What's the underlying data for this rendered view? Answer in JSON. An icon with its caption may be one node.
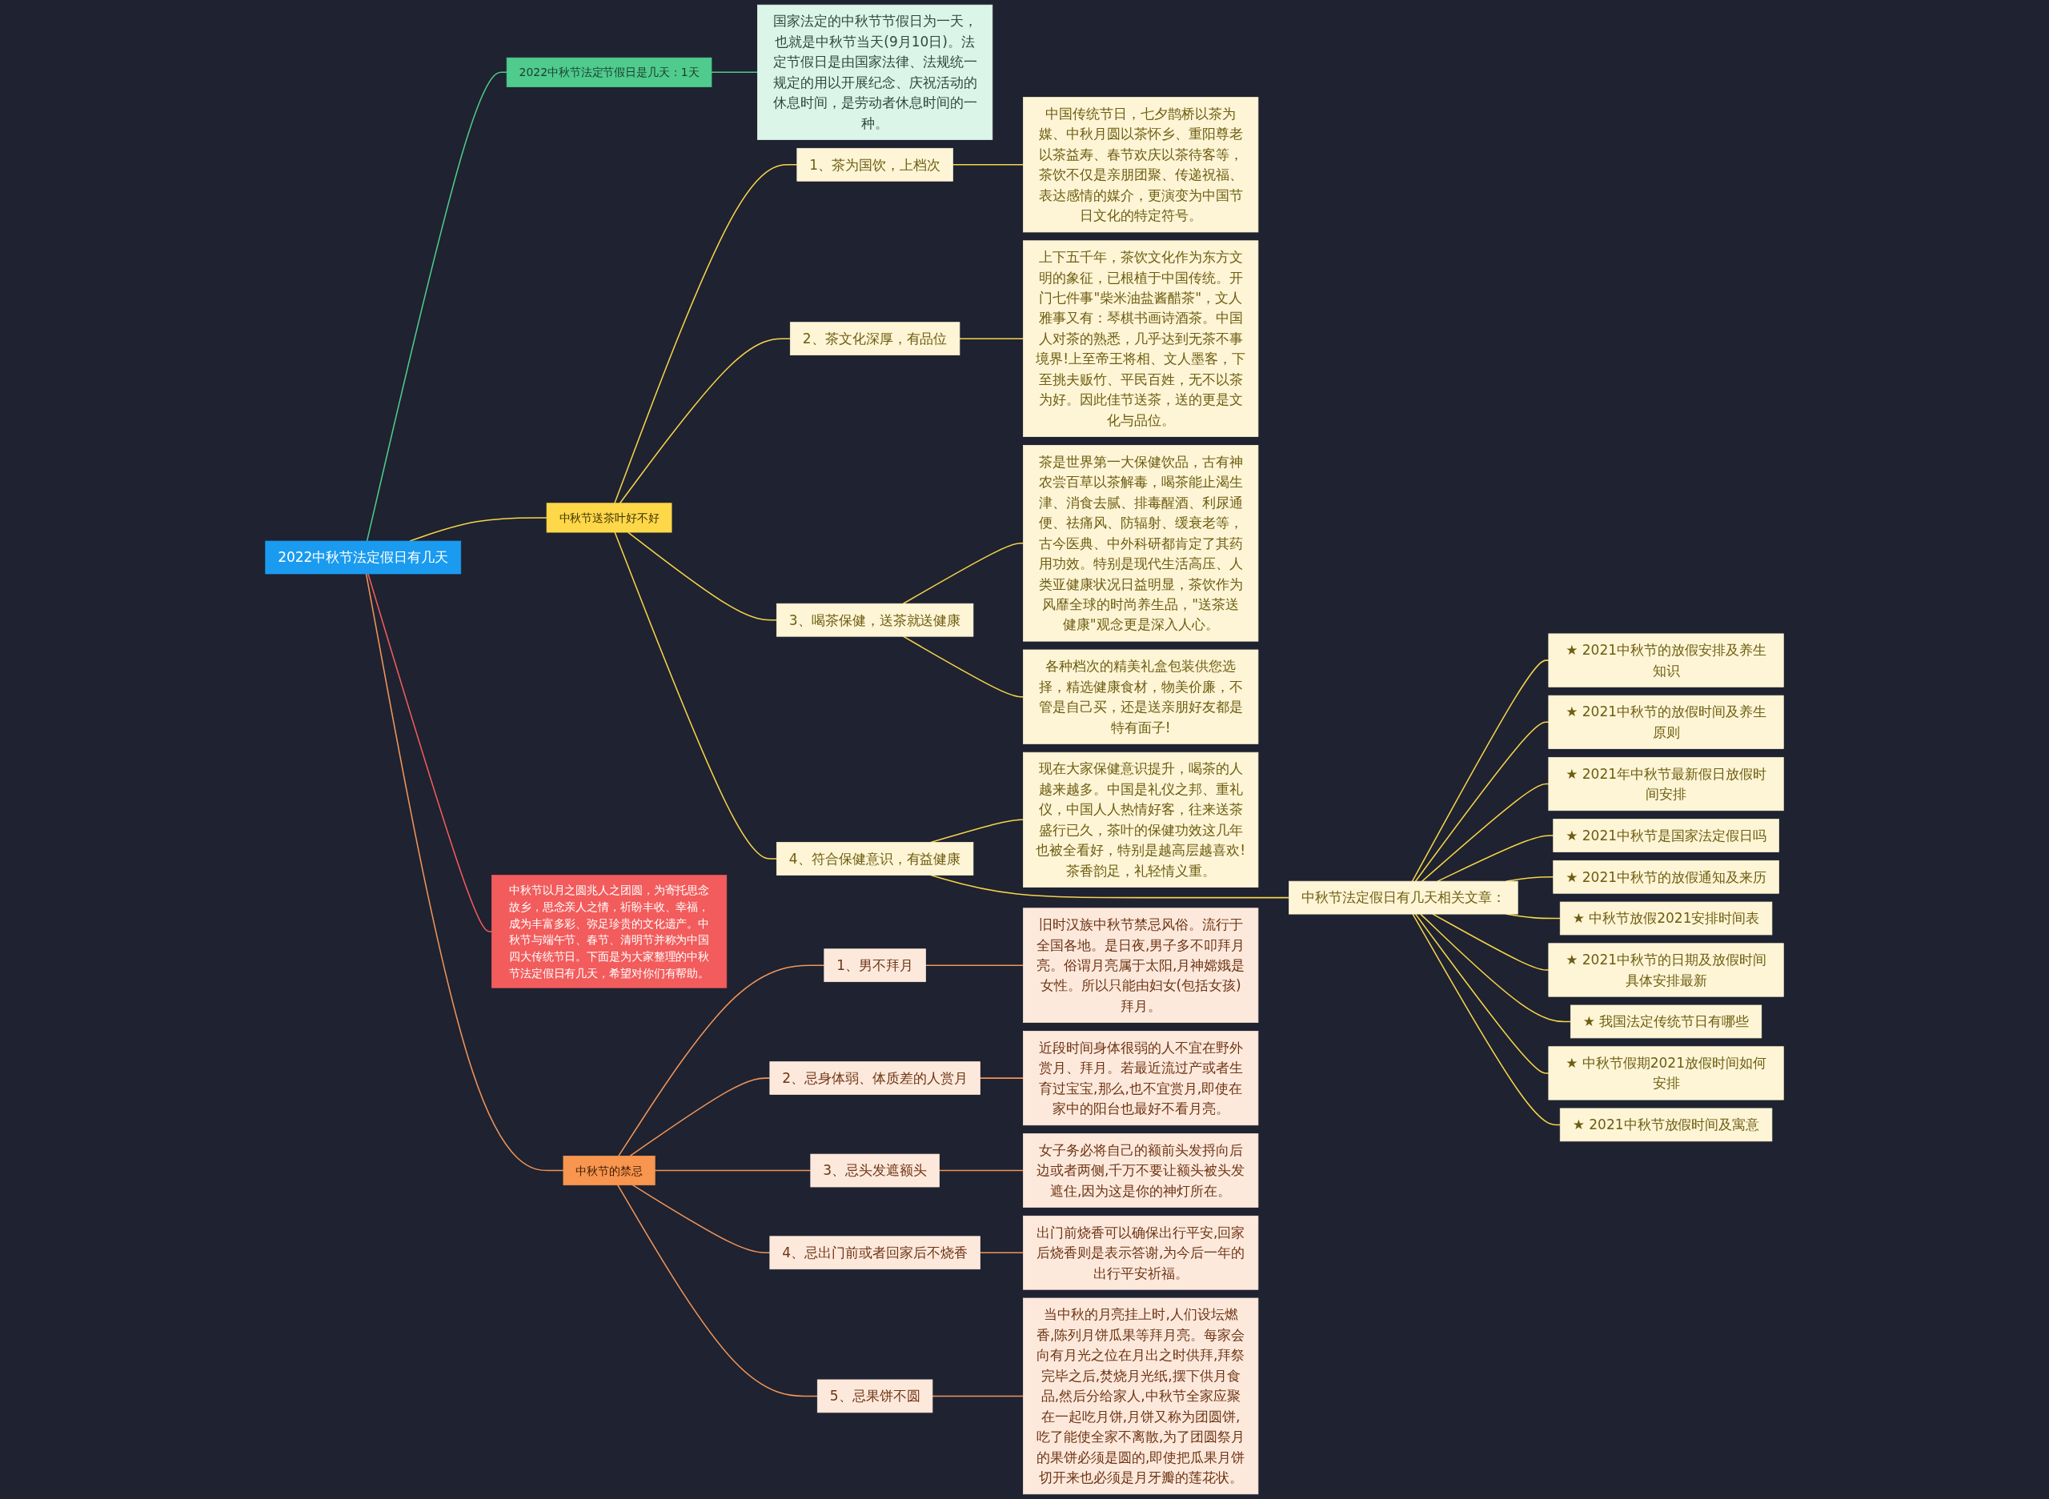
{
  "diagram": {
    "nodes": [
      {
        "text": [
          "2022中秋节法定假日有几天"
        ]
      },
      {
        "text": [
          "2022中秋节法定节假日是几天：1天"
        ]
      },
      {
        "text": [
          "国家法定的中秋节节假日为一天，也就是中秋节当天(9月10日)。法定节假日是由国家法律、法规统一规定的用以开展纪念、庆祝活动的休息时间，是劳动者休息时间的一种。"
        ]
      },
      {
        "text": [
          "中秋节送茶叶好不好"
        ]
      },
      {
        "text": [
          "1、茶为国饮，上档次"
        ]
      },
      {
        "text": [
          "中国传统节日，七夕鹊桥以茶为媒、中秋月圆以茶怀乡、重阳尊老以茶益寿、春节欢庆以茶待客等，茶饮不仅是亲朋团聚、传递祝福、表达感情的媒介，更演变为中国节日文化的特定符号。"
        ]
      },
      {
        "text": [
          "2、茶文化深厚，有品位"
        ]
      },
      {
        "text": [
          "上下五千年，茶饮文化作为东方文明的象征，已根植于中国传统。开门七件事\"柴米油盐酱醋茶\"，文人雅事又有：琴棋书画诗酒茶。中国人对茶的熟悉，几乎达到无茶不事境界!上至帝王将相、文人墨客，下至挑夫贩竹、平民百姓，无不以茶为好。因此佳节送茶，送的更是文化与品位。"
        ]
      },
      {
        "text": [
          "3、喝茶保健，送茶就送健康"
        ]
      },
      {
        "text": [
          "茶是世界第一大保健饮品，古有神农尝百草以茶解毒，喝茶能止渴生津、消食去腻、排毒醒酒、利尿通便、祛痛风、防辐射、缓衰老等，古今医典、中外科研都肯定了其药用功效。特别是现代生活高压、人类亚健康状况日益明显，茶饮作为风靡全球的时尚养生品，\"送茶送健康\"观念更是深入人心。"
        ]
      },
      {
        "text": [
          "各种档次的精美礼盒包装供您选择，精选健康食材，物美价廉，不管是自己买，还是送亲朋好友都是特有面子!"
        ]
      },
      {
        "text": [
          "4、符合保健意识，有益健康"
        ]
      },
      {
        "text": [
          "现在大家保健意识提升，喝茶的人越来越多。中国是礼仪之邦、重礼仪，中国人人热情好客，往来送茶盛行已久，茶叶的保健功效这几年也被全看好，特别是越高层越喜欢!茶香韵足，礼轻情义重。"
        ]
      },
      {
        "text": [
          "中秋节法定假日有几天相关文章："
        ]
      },
      {
        "text": [
          "★ 2021中秋节的放假安排及养生知识"
        ]
      },
      {
        "text": [
          "★ 2021中秋节的放假时间及养生原则"
        ]
      },
      {
        "text": [
          "★ 2021年中秋节最新假日放假时间安排"
        ]
      },
      {
        "text": [
          "★ 2021中秋节是国家法定假日吗"
        ]
      },
      {
        "text": [
          "★ 2021中秋节的放假通知及来历"
        ]
      },
      {
        "text": [
          "★ 中秋节放假2021安排时间表"
        ]
      },
      {
        "text": [
          "★ 2021中秋节的日期及放假时间具体安排最新"
        ]
      },
      {
        "text": [
          "★ 我国法定传统节日有哪些"
        ]
      },
      {
        "text": [
          "★ 中秋节假期2021放假时间如何安排"
        ]
      },
      {
        "text": [
          "★ 2021中秋节放假时间及寓意"
        ]
      },
      {
        "text": [
          "中秋节以月之圆兆人之团圆，为寄托思念故乡，思念亲人之情，祈盼丰收、幸福，成为丰富多彩、弥足珍贵的文化遗产。中秋节与端午节、春节、清明节并称为中国四大传统节日。下面是为大家整理的中秋节法定假日有几天，希望对你们有帮助。"
        ]
      },
      {
        "text": [
          "中秋节的禁忌"
        ]
      },
      {
        "text": [
          "1、男不拜月"
        ]
      },
      {
        "text": [
          "旧时汉族中秋节禁忌风俗。流行于全国各地。是日夜,男子多不叩拜月亮。俗谓月亮属于太阳,月神嫦娥是女性。所以只能由妇女(包括女孩)拜月。"
        ]
      },
      {
        "text": [
          "2、忌身体弱、体质差的人赏月"
        ]
      },
      {
        "text": [
          "近段时间身体很弱的人不宜在野外赏月、拜月。若最近流过产或者生育过宝宝,那么,也不宜赏月,即使在家中的阳台也最好不看月亮。"
        ]
      },
      {
        "text": [
          "3、忌头发遮额头"
        ]
      },
      {
        "text": [
          "女子务必将自己的额前头发捋向后边或者两侧,千万不要让额头被头发遮住,因为这是你的神灯所在。"
        ]
      },
      {
        "text": [
          "4、忌出门前或者回家后不烧香"
        ]
      },
      {
        "text": [
          "出门前烧香可以确保出行平安,回家后烧香则是表示答谢,为今后一年的出行平安祈福。"
        ]
      },
      {
        "text": [
          "5、忌果饼不圆"
        ]
      },
      {
        "text": [
          "当中秋的月亮挂上时,人们设坛燃香,陈列月饼瓜果等拜月亮。每家会向有月光之位在月出之时供拜,拜祭完毕之后,焚烧月光纸,摆下供月食品,然后分给家人,中秋节全家应聚在一起吃月饼,月饼又称为团圆饼,吃了能使全家不离散,为了团圆祭月的果饼必须是圆的,即使把瓜果月饼切开来也必须是月牙瓣的莲花状。"
        ]
      }
    ],
    "edges": [
      {
        "from": 0,
        "to": 1,
        "arrow": "none",
        "color": "#4ecb8d"
      },
      {
        "from": 1,
        "to": 2,
        "arrow": "none",
        "color": "#4ecb8d"
      },
      {
        "from": 0,
        "to": 3,
        "arrow": "none"
      },
      {
        "from": 3,
        "to": 4,
        "arrow": "none"
      },
      {
        "from": 4,
        "to": 5,
        "arrow": "none"
      },
      {
        "from": 3,
        "to": 6,
        "arrow": "none"
      },
      {
        "from": 6,
        "to": 7,
        "arrow": "none"
      },
      {
        "from": 3,
        "to": 8,
        "arrow": "none"
      },
      {
        "from": 8,
        "to": 9,
        "arrow": "none"
      },
      {
        "from": 8,
        "to": 10,
        "arrow": "none"
      },
      {
        "from": 3,
        "to": 11,
        "arrow": "none"
      },
      {
        "from": 11,
        "to": 12,
        "arrow": "none"
      },
      {
        "from": 11,
        "to": 13,
        "arrow": "none"
      },
      {
        "from": 13,
        "to": 14,
        "arrow": "none"
      },
      {
        "from": 13,
        "to": 15,
        "arrow": "none"
      },
      {
        "from": 13,
        "to": 16,
        "arrow": "none"
      },
      {
        "from": 13,
        "to": 17,
        "arrow": "none"
      },
      {
        "from": 13,
        "to": 18,
        "arrow": "none"
      },
      {
        "from": 13,
        "to": 19,
        "arrow": "none"
      },
      {
        "from": 13,
        "to": 20,
        "arrow": "none"
      },
      {
        "from": 13,
        "to": 21,
        "arrow": "none"
      },
      {
        "from": 13,
        "to": 22,
        "arrow": "none"
      },
      {
        "from": 13,
        "to": 23,
        "arrow": "none"
      },
      {
        "from": 0,
        "to": 24,
        "arrow": "none",
        "color": "#f25c5c"
      },
      {
        "from": 0,
        "to": 25,
        "arrow": "none",
        "color": "#f0955a"
      },
      {
        "from": 25,
        "to": 26,
        "arrow": "none",
        "color": "#f0955a"
      },
      {
        "from": 26,
        "to": 27,
        "arrow": "none",
        "color": "#f0955a"
      },
      {
        "from": 25,
        "to": 28,
        "arrow": "none",
        "color": "#f0955a"
      },
      {
        "from": 28,
        "to": 29,
        "arrow": "none",
        "color": "#f0955a"
      },
      {
        "from": 25,
        "to": 30,
        "arrow": "none",
        "color": "#f0955a"
      },
      {
        "from": 30,
        "to": 31,
        "arrow": "none",
        "color": "#f0955a"
      },
      {
        "from": 25,
        "to": 32,
        "arrow": "none",
        "color": "#f0955a"
      },
      {
        "from": 32,
        "to": 33,
        "arrow": "none",
        "color": "#f0955a"
      },
      {
        "from": 25,
        "to": 34,
        "arrow": "none",
        "color": "#f0955a"
      },
      {
        "from": 34,
        "to": 35,
        "arrow": "none",
        "color": "#f0955a"
      }
    ]
  }
}
